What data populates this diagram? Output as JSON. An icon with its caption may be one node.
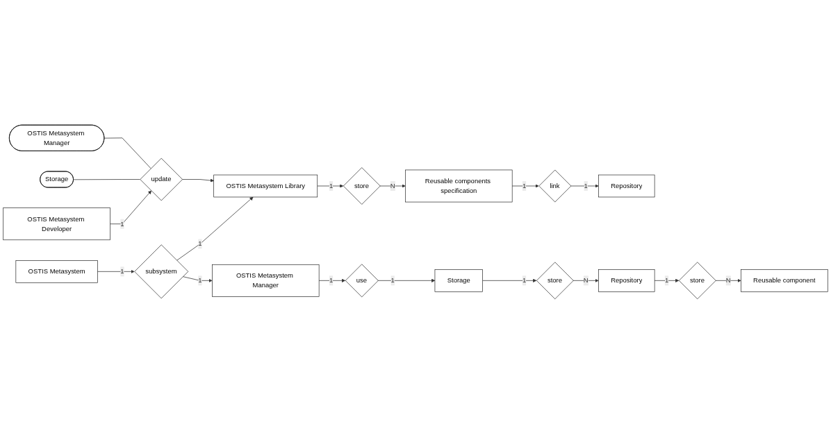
{
  "diagram": {
    "nodes": [
      {
        "text": [
          "store"
        ]
      },
      {
        "text": [
          "Reusable components specification"
        ]
      },
      {
        "text": [
          "link"
        ]
      },
      {
        "text": [
          "Repository"
        ]
      },
      {
        "text": [
          "OSTIS Metasystem Manager"
        ]
      },
      {
        "text": [
          "Storage"
        ]
      },
      {
        "text": [
          "OSTIS Metasystem Library"
        ]
      },
      {
        "text": [
          "update"
        ]
      },
      {
        "text": [
          "OSTIS Metasystem Developer"
        ]
      },
      {
        "text": [
          "OSTIS Metasystem"
        ]
      },
      {
        "text": [
          "subsystem"
        ]
      },
      {
        "text": [
          "OSTIS Metasystem Manager"
        ]
      },
      {
        "text": [
          "use"
        ]
      },
      {
        "text": [
          "Storage"
        ]
      },
      {
        "text": [
          "Reusable component"
        ]
      },
      {
        "text": [
          "store"
        ]
      },
      {
        "text": [
          "Repository"
        ]
      },
      {
        "text": [
          "store"
        ]
      }
    ],
    "edges": [
      {
        "from": 9,
        "to": 10,
        "arrow": "to",
        "label": "1"
      },
      {
        "from": 10,
        "to": 6,
        "arrow": "to",
        "label": "1"
      },
      {
        "from": 10,
        "to": 11,
        "arrow": "to",
        "label": "1"
      },
      {
        "from": 6,
        "to": 0,
        "arrow": "to",
        "label": "1"
      },
      {
        "from": 0,
        "to": 1,
        "arrow": "to",
        "label": "N"
      },
      {
        "from": 1,
        "to": 2,
        "arrow": "to",
        "label": "1"
      },
      {
        "from": 2,
        "to": 3,
        "arrow": "to",
        "label": "1"
      },
      {
        "from": 4,
        "to": 7,
        "arrow": "none"
      },
      {
        "from": 5,
        "to": 7,
        "arrow": "none"
      },
      {
        "from": 8,
        "to": 7,
        "arrow": "to",
        "label": "1"
      },
      {
        "from": 7,
        "to": 6,
        "arrow": "to"
      },
      {
        "from": 11,
        "to": 12,
        "arrow": "to",
        "label": "1"
      },
      {
        "from": 12,
        "to": 13,
        "arrow": "to",
        "label": "1"
      },
      {
        "from": 13,
        "to": 17,
        "arrow": "to",
        "label": "1"
      },
      {
        "from": 17,
        "to": 16,
        "arrow": "to",
        "label": "N"
      },
      {
        "from": 16,
        "to": 15,
        "arrow": "to",
        "label": "1"
      },
      {
        "from": 15,
        "to": 14,
        "arrow": "to",
        "label": "N"
      }
    ]
  }
}
